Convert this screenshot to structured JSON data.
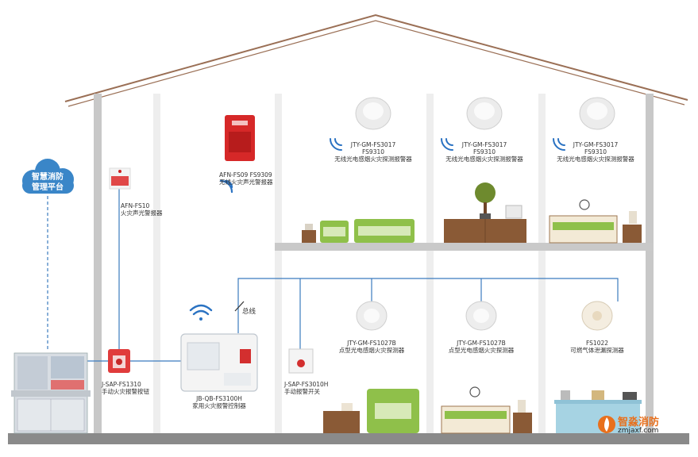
{
  "cloud": {
    "line1": "智慧消防",
    "line2": "管理平台"
  },
  "bus_label": "总线",
  "devices": {
    "alarm_afn_fs10": {
      "model": "AFN-FS10",
      "name": "火灾声光警报器"
    },
    "alarm_afn_fs09": {
      "model": "AFN-FS09 FS9309",
      "name": "无线火灾声光警报器"
    },
    "wireless_smoke_1": {
      "model": "JTY-GM-FS3017",
      "model2": "FS9310",
      "name": "无线光电感烟火灾探测报警器"
    },
    "wireless_smoke_2": {
      "model": "JTY-GM-FS3017",
      "model2": "FS9310",
      "name": "无线光电感烟火灾探测报警器"
    },
    "wireless_smoke_3": {
      "model": "JTY-GM-FS3017",
      "model2": "FS9310",
      "name": "无线光电感烟火灾探测报警器"
    },
    "manual_button": {
      "model": "J-SAP-FS1310",
      "name": "手动火灾报警按钮"
    },
    "controller": {
      "model": "JB-QB-FS3100H",
      "name": "家用火灾报警控制器"
    },
    "manual_switch": {
      "model": "J-SAP-FS3010H",
      "name": "手动报警开关"
    },
    "point_smoke_1": {
      "model": "JTY-GM-FS1027B",
      "name": "点型光电感烟火灾探测器"
    },
    "point_smoke_2": {
      "model": "JTY-GM-FS1027B",
      "name": "点型光电感烟火灾探测器"
    },
    "gas_detector": {
      "model": "FS1022",
      "name": "可燃气体泄漏探测器"
    }
  },
  "brand": {
    "name": "智淼消防",
    "url": "zmjaxf.com"
  },
  "colors": {
    "bus": "#3b7bbf",
    "wall": "#c9c9c9",
    "floor": "#8a8a8a",
    "sofa": "#8fc04a",
    "wood": "#8a5a36",
    "cloud": "#3a86c8"
  }
}
